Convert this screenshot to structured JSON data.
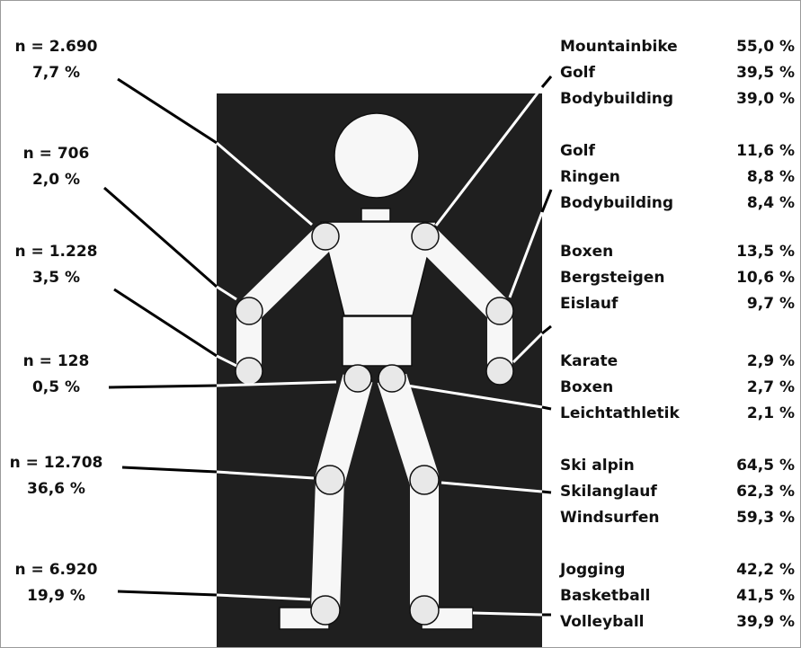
{
  "colors": {
    "panel": "#1f1f1f",
    "limb": "#f7f7f7",
    "joint": "#e8e8e8",
    "outline": "#111111",
    "leader_line": "#000000"
  },
  "left_labels": [
    {
      "n": "n = 2.690",
      "pct": "7,7 %"
    },
    {
      "n": "n = 706",
      "pct": "2,0 %"
    },
    {
      "n": "n = 1.228",
      "pct": "3,5 %"
    },
    {
      "n": "n = 128",
      "pct": "0,5 %"
    },
    {
      "n": "n = 12.708",
      "pct": "36,6 %"
    },
    {
      "n": "n = 6.920",
      "pct": "19,9 %"
    }
  ],
  "right_groups": [
    {
      "items": [
        {
          "sport": "Mountainbike",
          "pct": "55,0 %"
        },
        {
          "sport": "Golf",
          "pct": "39,5 %"
        },
        {
          "sport": "Bodybuilding",
          "pct": "39,0 %"
        }
      ]
    },
    {
      "items": [
        {
          "sport": "Golf",
          "pct": "11,6 %"
        },
        {
          "sport": "Ringen",
          "pct": "8,8 %"
        },
        {
          "sport": "Bodybuilding",
          "pct": "8,4 %"
        }
      ]
    },
    {
      "items": [
        {
          "sport": "Boxen",
          "pct": "13,5 %"
        },
        {
          "sport": "Bergsteigen",
          "pct": "10,6 %"
        },
        {
          "sport": "Eislauf",
          "pct": "9,7 %"
        }
      ]
    },
    {
      "items": [
        {
          "sport": "Karate",
          "pct": "2,9 %"
        },
        {
          "sport": "Boxen",
          "pct": "2,7 %"
        },
        {
          "sport": "Leichtathletik",
          "pct": "2,1 %"
        }
      ]
    },
    {
      "items": [
        {
          "sport": "Ski alpin",
          "pct": "64,5 %"
        },
        {
          "sport": "Skilanglauf",
          "pct": "62,3 %"
        },
        {
          "sport": "Windsurfen",
          "pct": "59,3 %"
        }
      ]
    },
    {
      "items": [
        {
          "sport": "Jogging",
          "pct": "42,2 %"
        },
        {
          "sport": "Basketball",
          "pct": "41,5 %"
        },
        {
          "sport": "Volleyball",
          "pct": "39,9 %"
        }
      ]
    }
  ]
}
